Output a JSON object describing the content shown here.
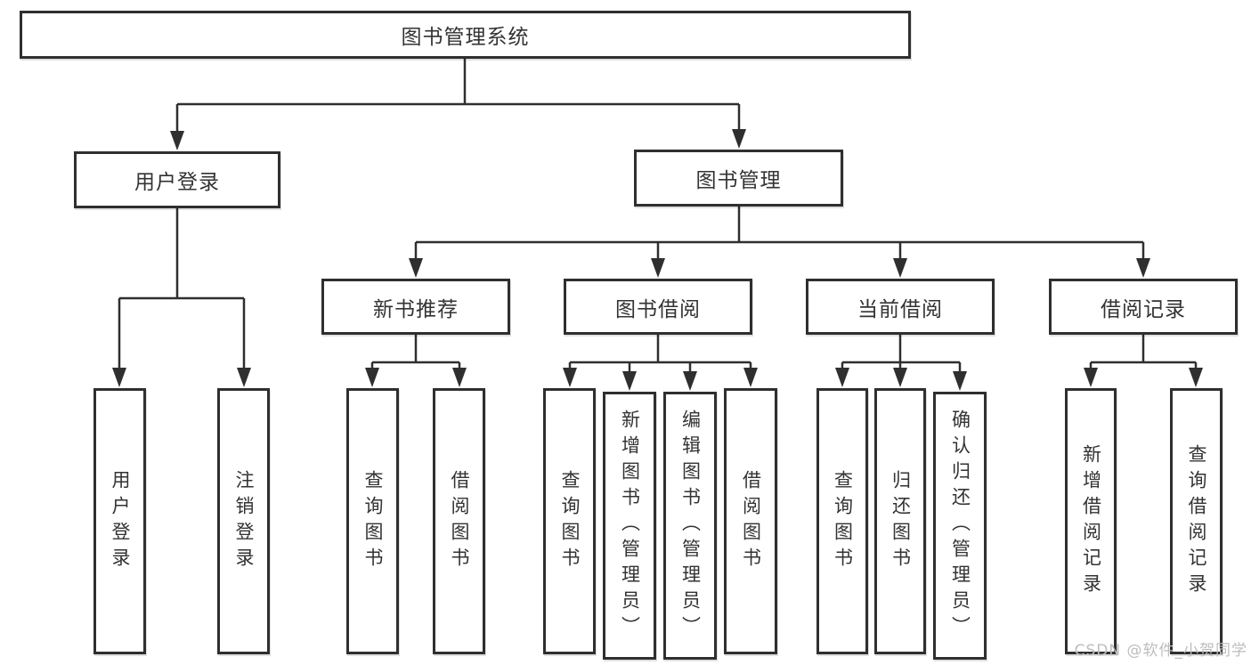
{
  "diagram_title": "图书管理系统",
  "nodes": [
    {
      "label": "图书管理系统",
      "parent": null
    },
    {
      "label": "用户登录",
      "parent": 0
    },
    {
      "label": "图书管理",
      "parent": 0
    },
    {
      "label": "新书推荐",
      "parent": 2
    },
    {
      "label": "图书借阅",
      "parent": 2
    },
    {
      "label": "当前借阅",
      "parent": 2
    },
    {
      "label": "借阅记录",
      "parent": 2
    },
    {
      "label": "用户登录",
      "parent": 1
    },
    {
      "label": "注销登录",
      "parent": 1
    },
    {
      "label": "查询图书",
      "parent": 3
    },
    {
      "label": "借阅图书",
      "parent": 3
    },
    {
      "label": "查询图书",
      "parent": 4
    },
    {
      "label": "新增图书（管理员）",
      "parent": 4
    },
    {
      "label": "编辑图书（管理员）",
      "parent": 4
    },
    {
      "label": "借阅图书",
      "parent": 4
    },
    {
      "label": "查询图书",
      "parent": 5
    },
    {
      "label": "归还图书",
      "parent": 5
    },
    {
      "label": "确认归还（管理员）",
      "parent": 5
    },
    {
      "label": "新增借阅记录",
      "parent": 6
    },
    {
      "label": "查询借阅记录",
      "parent": 6
    }
  ],
  "watermark": {
    "text": "CSDN @软件_小贺同学",
    "color": "#bdbdbd"
  },
  "colors": {
    "line": "#2f2f2f",
    "box_border": "#2f2f2f",
    "text": "#333333",
    "background": "#ffffff"
  }
}
